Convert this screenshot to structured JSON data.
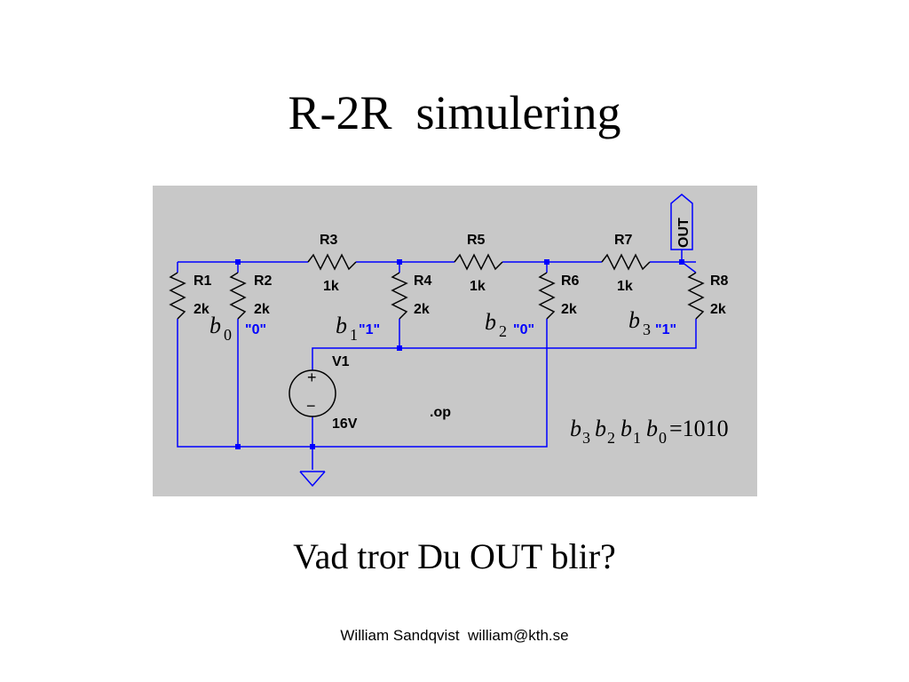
{
  "slide": {
    "title": "R-2R  simulering",
    "question": "Vad tror Du OUT blir?",
    "footer": "William Sandqvist  william@kth.se"
  },
  "schematic": {
    "resistors": [
      {
        "name": "R1",
        "value": "2k"
      },
      {
        "name": "R2",
        "value": "2k"
      },
      {
        "name": "R3",
        "value": "1k"
      },
      {
        "name": "R4",
        "value": "2k"
      },
      {
        "name": "R5",
        "value": "1k"
      },
      {
        "name": "R6",
        "value": "2k"
      },
      {
        "name": "R7",
        "value": "1k"
      },
      {
        "name": "R8",
        "value": "2k"
      }
    ],
    "bits": [
      {
        "letter": "b",
        "index": "0",
        "state": "\"0\""
      },
      {
        "letter": "b",
        "index": "1",
        "state": "\"1\""
      },
      {
        "letter": "b",
        "index": "2",
        "state": "\"0\""
      },
      {
        "letter": "b",
        "index": "3",
        "state": "\"1\""
      }
    ],
    "source": {
      "name": "V1",
      "value": "16V",
      "plus": "+",
      "minus": "−"
    },
    "directive": ".op",
    "output_label": "OUT",
    "code": {
      "letters": [
        "b",
        "b",
        "b",
        "b"
      ],
      "indices": [
        "3",
        "2",
        "1",
        "0"
      ],
      "result": "=1010"
    }
  }
}
